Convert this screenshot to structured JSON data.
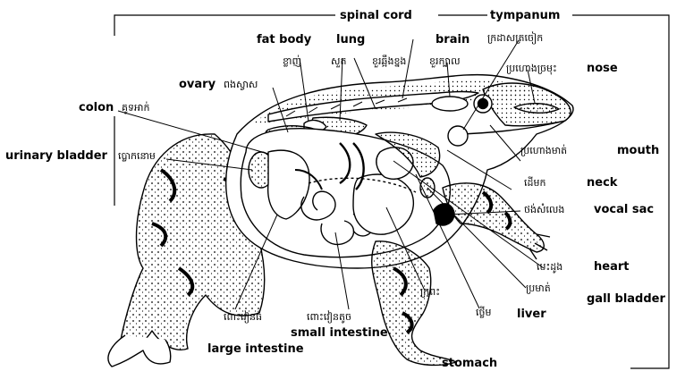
{
  "labels": {
    "spinal_cord": "spinal cord",
    "tympanum": "tympanum",
    "tympanum_km": "ក្រដាសត្រចៀក",
    "fat_body": "fat body",
    "fat_body_km": "ខ្លាញ់",
    "lung": "lung",
    "lung_km": "សួត",
    "spinal_cord_km": "ខួរឆ្អឹងខ្នង",
    "brain": "brain",
    "brain_km": "ខួរក្បាល",
    "nose": "nose",
    "nose_km": "ប្រហោងច្រមុះ",
    "ovary": "ovary",
    "ovary_km": "ពងស្វាស",
    "colon": "colon",
    "colon_km": "គូទអាក់",
    "urinary_bladder": "urinary bladder",
    "urinary_bladder_km": "ប្លោកនោម",
    "mouth": "mouth",
    "mouth_km": "ប្រហោងមាត់",
    "neck": "neck",
    "neck_km": "ដើមក",
    "vocal_sac": "vocal sac",
    "vocal_sac_km": "ថង់សំលេង",
    "heart": "heart",
    "heart_km": "បេះដូង",
    "gall_bladder": "gall bladder",
    "gall_bladder_km": "ប្រមាត់",
    "liver": "liver",
    "liver_km": "ថ្លើម",
    "stomach": "stomach",
    "stomach_km": "ក្រពះ",
    "small_intestine": "small intestine",
    "small_intestine_km": "ពោះវៀនតូច",
    "large_intestine": "large intestine",
    "large_intestine_km": "ពោះវៀនធំ"
  },
  "colors": {
    "ink": "#000000",
    "paper": "#ffffff"
  }
}
